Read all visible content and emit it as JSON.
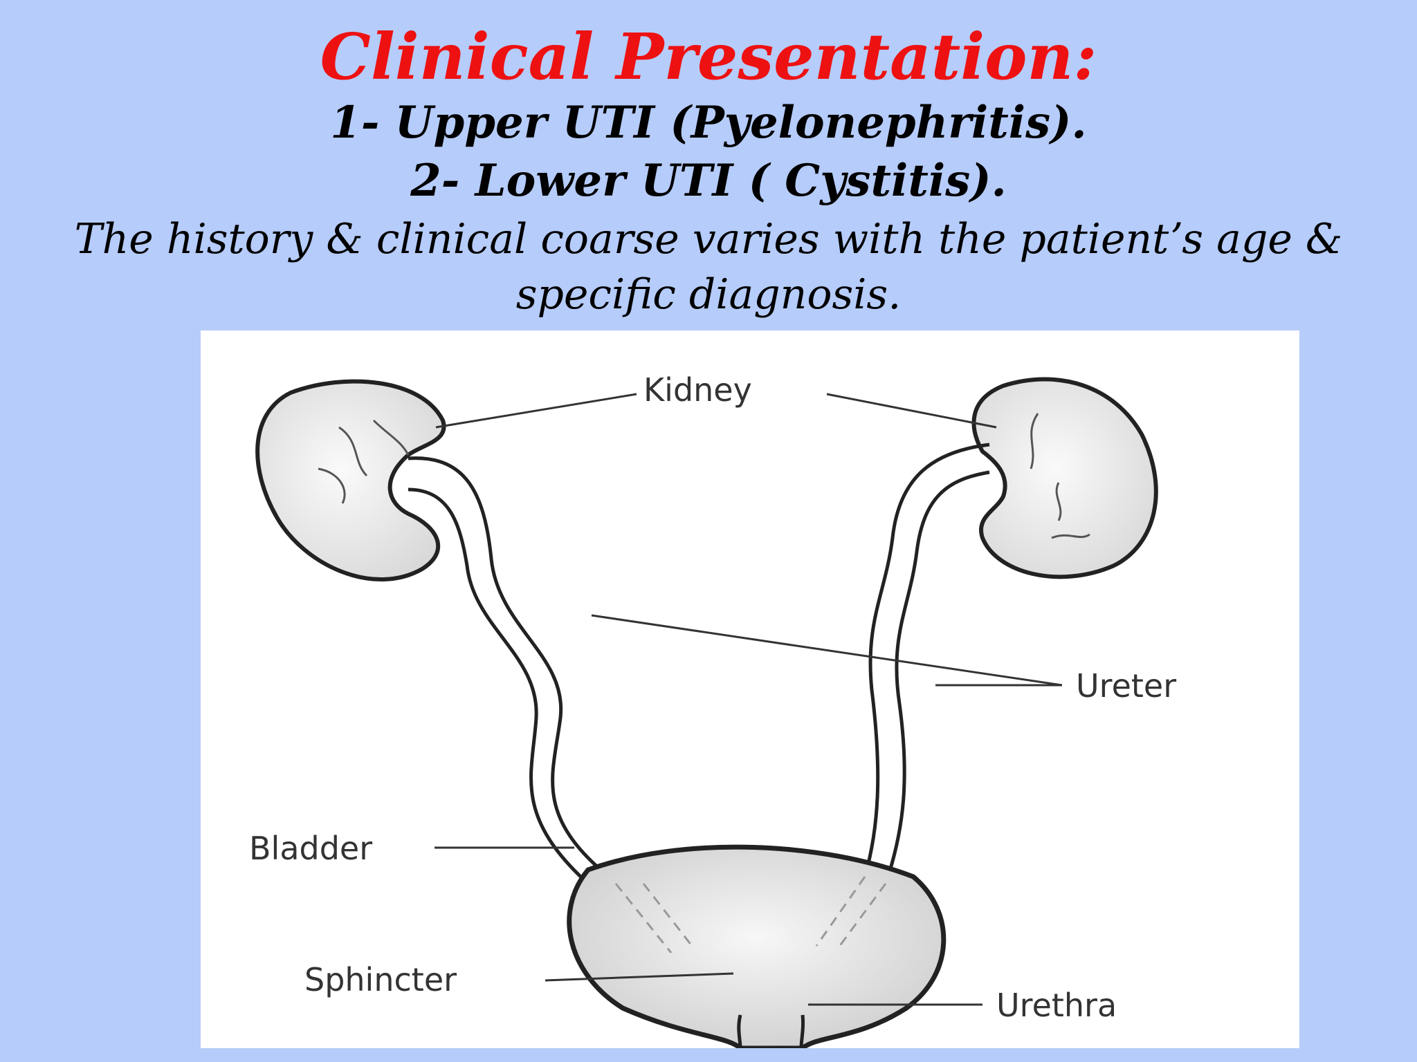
{
  "slide": {
    "title": "Clinical Presentation:",
    "points": [
      "1- Upper UTI (Pyelonephritis).",
      "2- Lower UTI ( Cystitis)."
    ],
    "note": "The history & clinical coarse varies with the patientʼs age & specific diagnosis."
  },
  "diagram": {
    "labels": {
      "kidney": "Kidney",
      "ureter": "Ureter",
      "bladder": "Bladder",
      "sphincter": "Sphincter",
      "urethra": "Urethra"
    }
  }
}
